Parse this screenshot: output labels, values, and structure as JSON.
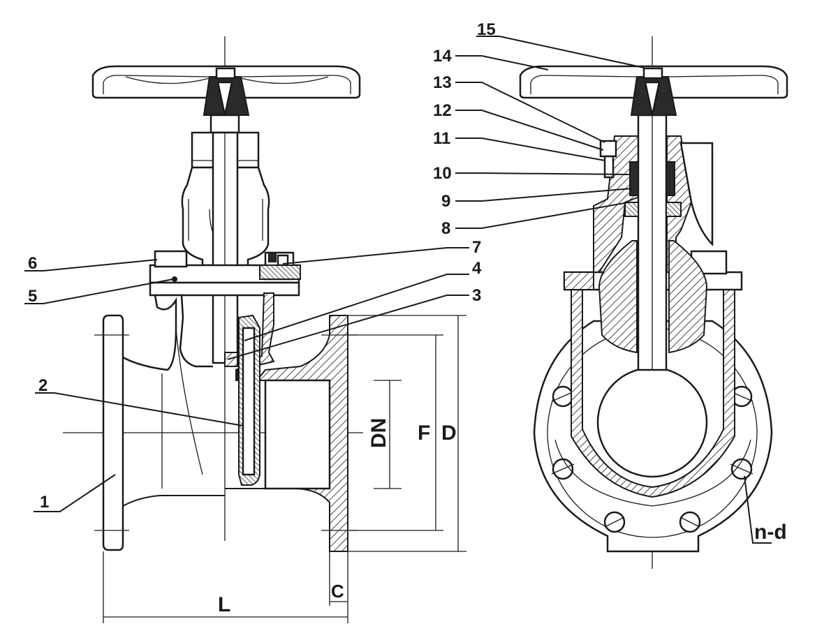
{
  "callouts_left": [
    "6",
    "5",
    "2",
    "1"
  ],
  "callouts_right_col": [
    "15",
    "14",
    "13",
    "12",
    "11",
    "10",
    "9",
    "8"
  ],
  "callouts_center": [
    "7",
    "4",
    "3"
  ],
  "dimensions": {
    "dn": "DN",
    "f": "F",
    "d": "D",
    "l": "L",
    "c": "C",
    "nd": "n-d"
  }
}
